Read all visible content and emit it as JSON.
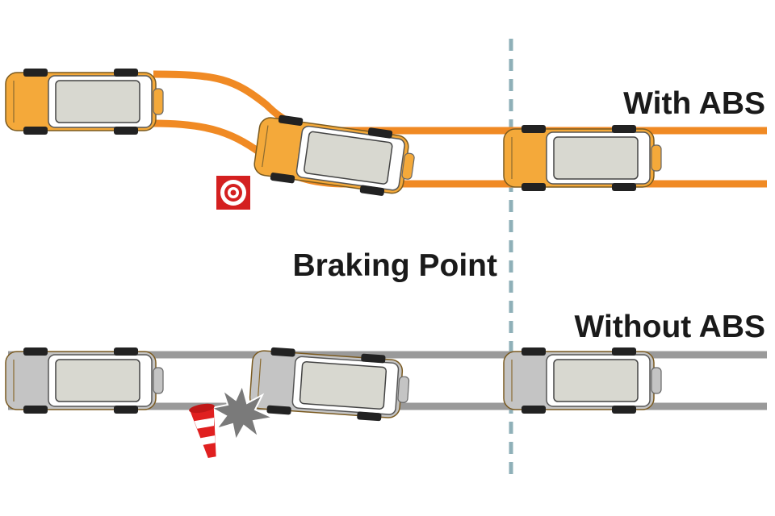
{
  "labels": {
    "with_abs": "With ABS",
    "braking_point": "Braking Point",
    "without_abs": "Without ABS"
  },
  "colors": {
    "abs_track": "#f08a24",
    "abs_car": "#f4a93a",
    "no_abs_track": "#9a9a9a",
    "no_abs_car": "#c4c4c4",
    "braking_line": "#8fb0b8",
    "target": "#d42020"
  },
  "icons": [
    "target-icon",
    "traffic-cone-icon",
    "collision-burst-icon",
    "car-icon"
  ]
}
